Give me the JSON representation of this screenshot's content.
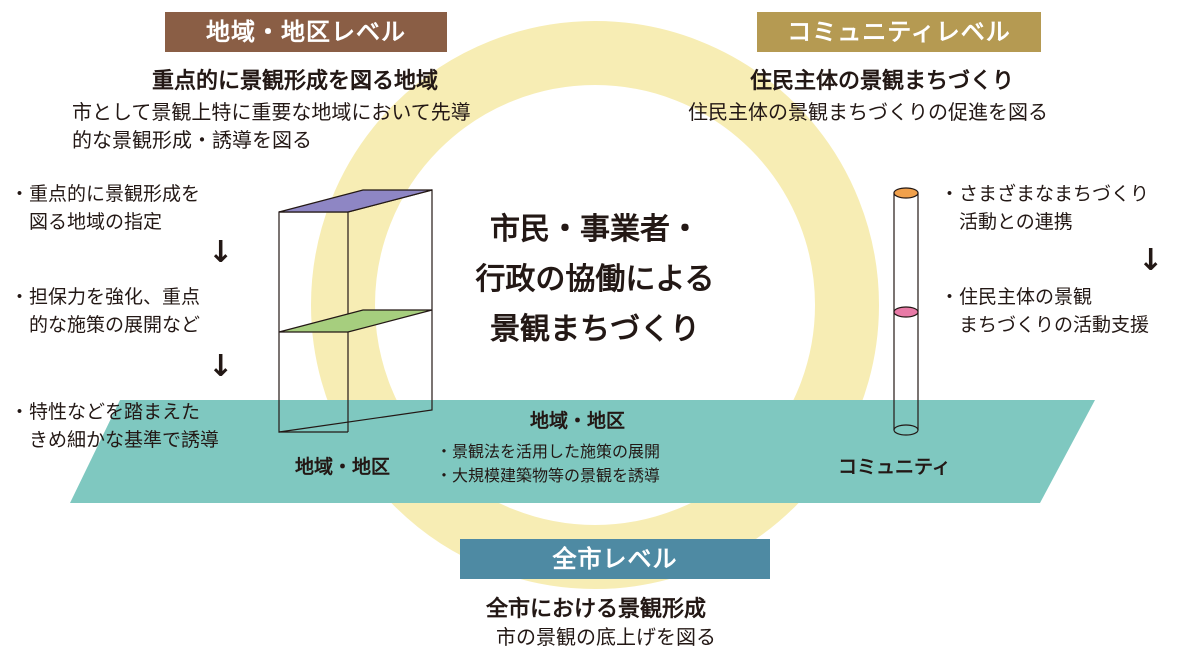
{
  "colors": {
    "ring": "#F7EDB4",
    "district_banner": "#8A5E45",
    "community_banner": "#B59A52",
    "citywide_banner": "#4E8AA3",
    "plane": "#7FC8C0",
    "top_face": "#8E86C4",
    "mid_face": "#A6CE7E"
  },
  "district_level": {
    "banner": "地域・地区レベル",
    "heading": "重点的に景観形成を図る地域",
    "desc_lines": [
      "市として景観上特に重要な地域において先導",
      "的な景観形成・誘導を図る"
    ],
    "steps": [
      [
        "・重点的に景観形成を",
        "　図る地域の指定"
      ],
      [
        "・担保力を強化、重点",
        "　的な施策の展開など"
      ],
      [
        "・特性などを踏まえた",
        "　きめ細かな基準で誘導"
      ]
    ],
    "box_label": "地域・地区"
  },
  "community_level": {
    "banner": "コミュニティレベル",
    "heading": "住民主体の景観まちづくり",
    "desc": "住民主体の景観まちづくりの促進を図る",
    "steps": [
      [
        "・さまざまなまちづくり",
        "　活動との連携"
      ],
      [
        "・住民主体の景観",
        "　まちづくりの活動支援"
      ]
    ],
    "tube_label": "コミュニティ"
  },
  "center": {
    "lines": [
      "市民・事業者・",
      "行政の協働による",
      "景観まちづくり"
    ]
  },
  "plane": {
    "title": "地域・地区",
    "items": [
      "・景観法を活用した施策の展開",
      "・大規模建築物等の景観を誘導"
    ]
  },
  "citywide_level": {
    "banner": "全市レベル",
    "heading": "全市における景観形成",
    "desc": "市の景観の底上げを図る"
  },
  "arrow_glyph": "↓"
}
